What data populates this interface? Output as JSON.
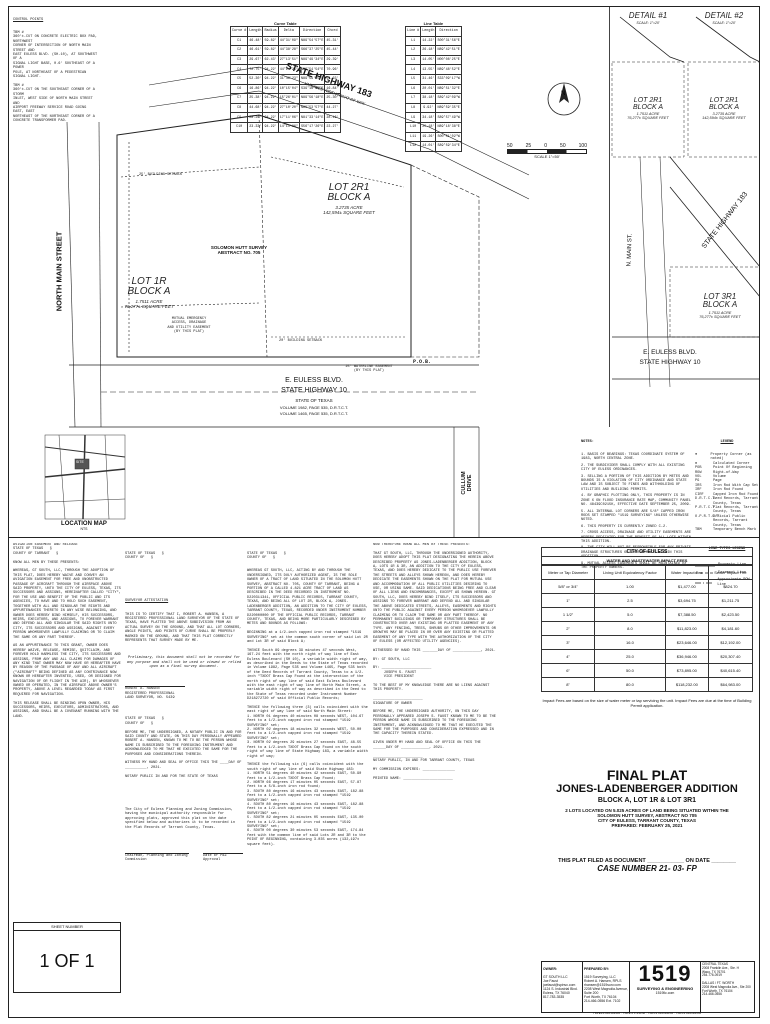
{
  "notes_top": {
    "heading": "CONTROL POINTS",
    "text": "TBM #\n360'±-CUT ON CONCRETE ELECTRIC BOX PAD, NORTHWEST\nCORNER OF INTERSECTION OF NORTH MAIN STREET AND\nEAST EULESS BLVD. (SH-10), AT SOUTHWEST OF A\nSIGNAL LIGHT BASE, 0.6' SOUTHEAST OF A POWER\nPOLE, AT NORTHEAST OF A PEDESTRIAN SIGNAL LIGHT.\n\nTBM #\n360'±-CUT ON THE SOUTHEAST CORNER OF A STORM\nINLET, WEST SIDE OF NORTH MAIN STREET AND\nAIRPORT FREEWAY SERVICE ROAD GOING EAST, EAST\nNORTHEAST OF THE NORTHEAST CORNER OF A\nCONCRETE TRANSFORMER PAD."
  },
  "curve_table": {
    "title": "Curve Table",
    "headers": [
      "Curve #",
      "Length",
      "Radius",
      "Delta",
      "Direction",
      "Chord"
    ],
    "rows": [
      [
        "C1",
        "46.48'",
        "59.82'",
        "44°31'09\"",
        "N89°54'57\"E",
        "45.31'"
      ],
      [
        "C2",
        "46.61'",
        "59.82'",
        "44°38'28\"",
        "S66°37'25\"E",
        "45.44'"
      ],
      [
        "C3",
        "29.67'",
        "62.43'",
        "27°13'51\"",
        "N89°49'34\"E",
        "29.39'"
      ],
      [
        "C4",
        "72.75'",
        "94.22'",
        "44°14'25\"",
        "N89°54'54\"E",
        "70.96'"
      ],
      [
        "C5",
        "52.30'",
        "94.22'",
        "31°48'23\"",
        "N89°59'35\"E",
        "51.63'"
      ],
      [
        "C6",
        "16.86'",
        "94.22'",
        "10°15'04\"",
        "S39°16'51\"E",
        "16.84'"
      ],
      [
        "C7",
        "25.38'",
        "94.22'",
        "15°26'01\"",
        "N89°56'18\"E",
        "25.30'"
      ],
      [
        "C8",
        "44.68'",
        "94.22'",
        "27°10'20\"",
        "N89°53'57\"E",
        "44.27'"
      ],
      [
        "C9",
        "28.26'",
        "94.22'",
        "17°11'06\"",
        "N81°33'14\"E",
        "28.16'"
      ],
      [
        "C10",
        "23.33'",
        "94.22'",
        "14°11'06\"",
        "S56°17'26\"E",
        "23.27'"
      ]
    ]
  },
  "line_table": {
    "title": "Line Table",
    "headers": [
      "Line #",
      "Length",
      "Direction"
    ],
    "rows": [
      [
        "L1",
        "14.22'",
        "S00°31'56\"E"
      ],
      [
        "L2",
        "26.18'",
        "N89°42'51\"E"
      ],
      [
        "L3",
        "14.05'",
        "N00°08'25\"E"
      ],
      [
        "L4",
        "13.55'",
        "N89°48'52\"E"
      ],
      [
        "L5",
        "31.46'",
        "S33°09'17\"W"
      ],
      [
        "L6",
        "20.01'",
        "N89°51'32\"E"
      ],
      [
        "L7",
        "38.18'",
        "S89°42'09\"W"
      ],
      [
        "L8",
        "9.92'",
        "N89°59'35\"E"
      ],
      [
        "L9",
        "34.18'",
        "S89°57'49\"W"
      ],
      [
        "L10",
        "25.18'",
        "N89°18'38\"E"
      ],
      [
        "L11",
        "19.26'",
        "S00°51'02\"W"
      ],
      [
        "L12",
        "14.01'",
        "S89°59'34\"E"
      ]
    ]
  },
  "scale_bar": {
    "ticks": [
      "50",
      "25",
      "0",
      "50",
      "100"
    ],
    "unit": "SCALE 1\"=50'"
  },
  "detail1": {
    "title": "DETAIL #1",
    "scale": "SCALE: 1\"=20'",
    "lot": "LOT 2R1\nBLOCK A",
    "area": "1.7511 ACRE\n76,277± SQUARE FEET"
  },
  "detail2": {
    "title": "DETAIL #2",
    "scale": "SCALE: 1\"=20'",
    "lot": "LOT 2R1\nBLOCK A",
    "area": "3.2735 ACRE\n142,594± SQUARE FEET"
  },
  "plat": {
    "highway": "STATE HIGHWAY 183",
    "highway_sub": "VARIABLE WIDTH RIGHT-OF-WAY",
    "main_street": "NORTH MAIN STREET",
    "euless_blvd": "E. EULESS BLVD.",
    "state_hwy10": "STATE HIGHWAY 10",
    "state_of_texas": "STATE OF TEXAS",
    "vol1": "VOLUME 1982, PAGE 535, D.R.T.C.T.",
    "vol2": "VOLUME 1465, PAGE 535, D.R.T.C.T.",
    "lot1r_title": "LOT 1R\nBLOCK A",
    "lot1r_area": "1.7511 ACRE\n76,277± SQUARE FEET",
    "lot2r1_title": "LOT 2R1\nBLOCK A",
    "lot2r1_area": "3.2735 ACRE\n142,594± SQUARE FEET",
    "survey": "SOLOMON HUTT SURVEY\nABSTRACT NO. 705",
    "cullum": "CULLUM\nDRIVE",
    "pob": "P.O.B.",
    "lot3r1_right": "LOT 3R1\nBLOCK A",
    "lot3r1_area": "1.7511 ACRE\n76,277± SQUARE FEET",
    "right_highway": "STATE HIGHWAY 183",
    "right_main": "N. MAIN ST.",
    "right_euless": "E. EULESS BLVD.",
    "right_hwy10": "STATE HIGHWAY 10",
    "setback1": "25' BUILDING SETBACK",
    "setback2": "20' BUILDING SETBACK",
    "easement1": "MUTUAL EMERGENCY\nACCESS, DRAINAGE\nAND UTILITY EASEMENT\n(BY THIS PLAT)",
    "easement2": "15' WATERLINE EASEMENT\n(BY THIS PLAT)"
  },
  "location_map": {
    "title": "LOCATION MAP",
    "sub": "NTS",
    "site": "SITE"
  },
  "legend": {
    "heading": "LEGEND",
    "items": [
      [
        "●",
        "Property Corner (as noted)"
      ],
      [
        "⊗",
        "Calculated Corner"
      ],
      [
        "POB",
        "Point Of Beginning"
      ],
      [
        "ROW",
        "Right-of-Way"
      ],
      [
        "VOL",
        "Volume"
      ],
      [
        "PG",
        "Page"
      ],
      [
        "IRS",
        "Iron Rod With Cap Set"
      ],
      [
        "IRF",
        "Iron Rod Found"
      ],
      [
        "CIRF",
        "Capped Iron Rod Found"
      ],
      [
        "D.R.T.C.T.",
        "Deed Records, Tarrant County, Texas"
      ],
      [
        "P.R.T.C.T.",
        "Plat Records, Tarrant County, Texas"
      ],
      [
        "O.P.R.T.C.T.",
        "Official Public Records, Tarrant County, Texas"
      ],
      [
        "TBM",
        "Temporary Bench Mark"
      ]
    ]
  },
  "notes": {
    "heading": "NOTES:",
    "items": [
      "1. BASIS OF BEARINGS: TEXAS COORDINATE SYSTEM OF 1983, NORTH CENTRAL ZONE.",
      "2. THE SUBDIVIDER SHALL COMPLY WITH ALL EXISTING CITY OF EULESS ORDINANCES.",
      "3. SELLING A PORTION OF THIS ADDITION BY METES AND BOUNDS IS A VIOLATION OF CITY ORDINANCE AND STATE LAW AND IS SUBJECT TO FINES AND WITHHOLDING OF UTILITIES AND BUILDING PERMITS.",
      "4. BY GRAPHIC PLOTTING ONLY, THIS PROPERTY IS IN ZONE X ON FLOOD INSURANCE RATE MAP, COMMUNITY PANEL NO. 48439C0215K, EFFECTIVE DATE SEPTEMBER 25, 2009.",
      "5. ALL INTERNAL LOT CORNERS ARE 5/8\" CAPPED IRON RODS SET STAMPED \"1519 SURVEYING\" UNLESS OTHERWISE NOTED.",
      "6. THIS PROPERTY IS CURRENTLY ZONED C-2.",
      "7. CROSS ACCESS, DRAINAGE AND UTILITY EASEMENTS ARE HEREBY DEDICATED FOR THE BENEFIT OF ALL LOTS WITHIN THIS ADDITION.",
      "8. THE CITY WILL NOT BE RESPONSIBLE FOR ANY PRIVATE DRAINAGE STRUCTURES OR IMPROVEMENTS WITHIN THIS ADDITION.",
      "9. MUTUAL ACCESS EASEMENTS SHALL BE MAINTAINED BY THE PROPERTY OWNERS."
    ]
  },
  "line_types": {
    "heading": "LINE TYPES LEGEND",
    "items": [
      "Property Line",
      "Easement Line",
      "Approximate ROW Line"
    ]
  },
  "dedication_left": {
    "text": "AVIGATION EASEMENT AND RELEASE\nSTATE OF TEXAS   §\nCOUNTY OF TARRANT   §\n\nKNOW ALL MEN BY THESE PRESENTS:\n\nWHEREAS, GT SOUTH, LLC, THROUGH THE ADOPTION OF THIS PLAT, DOES HEREBY WAIVE AND CONVEY AN AVIGATION EASEMENT FOR FREE AND UNOBSTRUCTED PASSAGE OF AIRCRAFT THROUGH THE AIRSPACE ABOVE SAID PROPERTY, UNTO THE CITY OF EULESS, TEXAS, ITS SUCCESSORS AND ASSIGNS, HEREINAFTER CALLED \"CITY\", FOR THE USE AND BENEFIT OF THE PUBLIC AND ITS AGENCIES, TO HAVE AND TO HOLD SUCH EASEMENT, TOGETHER WITH ALL AND SINGULAR THE RIGHTS AND APPURTENANCES THERETO IN ANY WISE BELONGING, AND OWNER DOES HEREBY BIND HIMSELF, HIS SUCCESSORS, HEIRS, EXECUTORS, AND ASSIGNS, TO FOREVER WARRANT AND DEFEND ALL AND SINGULAR THE SAID RIGHTS UNTO CITY, ITS SUCCESSORS AND ASSIGNS, AGAINST EVERY PERSON WHOMSOEVER LAWFULLY CLAIMING OR TO CLAIM THE SAME OR ANY PART THEREOF.\n\nAS AN APPURTENANCE TO THIS GRANT, OWNER DOES HEREBY WAIVE, RELEASE, REMISE, QUITCLAIM, AND FOREVER HOLD HARMLESS THE CITY, ITS SUCCESSORS AND ASSIGNS, FROM ANY AND ALL CLAIMS FOR DAMAGES OF ANY KIND THAT OWNER MAY NOW HAVE OR HEREAFTER HAVE BY REASON OF THE PASSAGE OF ANY AND ALL AIRCRAFT (\"AIRCRAFT\" BEING DEFINED AS ANY CONTRIVANCE NOW KNOWN OR HEREAFTER INVENTED, USED, OR DESIGNED FOR NAVIGATION OF OR FLIGHT IN THE AIR), BY WHOSOEVER OWNED OR OPERATED, IN THE AIRSPACE ABOVE OWNER'S PROPERTY, ABOVE A LEVEL REGARDED TODAY AS FIRST REQUIRED FOR NAVIGATION.\n\nTHIS RELEASE SHALL BE BINDING UPON OWNER, HIS SUCCESSORS, HEIRS, EXECUTORS, ADMINISTRATORS, AND ASSIGNS, AND SHALL BE A COVENANT RUNNING WITH THE LAND.",
    "sheet_label": "SHEET NUMBER",
    "sheet_value": "1 OF 1"
  },
  "surveyor": {
    "state": "STATE OF TEXAS   §\nCOUNTY OF   §",
    "heading": "SURVEYOR ATTESTATION",
    "text": "THIS IS TO CERTIFY THAT I, ROBERT A. HANSEN, A REGISTERED PROFESSIONAL LAND SURVEYOR OF THE STATE OF TEXAS, HAVE PLATTED THE ABOVE SUBDIVISION FROM AN ACTUAL SURVEY ON THE GROUND, AND THAT ALL LOT CORNERS, ANGLE POINTS, AND POINTS OF CURVE SHALL BE PROPERLY MARKED ON THE GROUND, AND THAT THIS PLAT CORRECTLY REPRESENTS THAT SURVEY MADE BY ME.",
    "prelim": "Preliminary, this document shall not be recorded for any purpose and shall not be used or viewed or relied upon as a final survey document.",
    "sig": "ROBERT A. HANSEN\nREGISTERED PROFESSIONAL\nLAND SURVEYOR, NO. 5439",
    "notary": "STATE OF TEXAS   §\nCOUNTY OF   §\n\nBEFORE ME, THE UNDERSIGNED, A NOTARY PUBLIC IN AND FOR SAID COUNTY AND STATE, ON THIS DAY PERSONALLY APPEARED ROBERT A. HANSEN, KNOWN TO ME TO BE THE PERSON WHOSE NAME IS SUBSCRIBED TO THE FOREGOING INSTRUMENT AND ACKNOWLEDGED TO ME THAT HE EXECUTED THE SAME FOR THE PURPOSES AND CONSIDERATIONS THEREIN.\n\nWITNESS MY HAND AND SEAL OF OFFICE THIS THE ____DAY OF __________, 2021.\n\nNOTARY PUBLIC IN AND FOR THE STATE OF TEXAS",
    "city_text": "The City of Euless Planning and Zoning Commission, having the municipal authority responsible for approving plats, approved this plat on the date specified below and authorizes it to be recorded in the Plat Records of Tarrant County, Texas.",
    "chair": "Chairman, Planning and Zoning Commission",
    "date": "Date of P&Z Approval"
  },
  "description": {
    "state": "STATE OF TEXAS   §\nCOUNTY OF   §",
    "text": "WHEREAS GT SOUTH, LLC, ACTING BY AND THROUGH THE UNDERSIGNED, ITS DULY AUTHORIZED AGENT, IS THE SOLE OWNER OF A TRACT OF LAND SITUATED IN THE SOLOMON HUTT SURVEY, ABSTRACT NO. 705, COUNTY OF TARRANT, BEING A PORTION OF A CALLED 4.821 ACRE TRACT OF LAND AS DESCRIBED IN THE DEED RECORDED IN INSTRUMENT NO. D220311341, OFFICIAL PUBLIC RECORDS, TARRANT COUNTY, TEXAS, AND BEING ALL OF LOT 2R, BLOCK A, JONES-LADENBERGER ADDITION, AN ADDITION TO THE CITY OF EULESS, TARRANT COUNTY, TEXAS, RECORDED UNDER INSTRUMENT NUMBER D220000000 OF THE OFFICIAL PUBLIC RECORDS, TARRANT COUNTY, TEXAS, AND BEING MORE PARTICULARLY DESCRIBED BY METES AND BOUNDS AS FOLLOWS:\n\nBEGINNING at a 1/2-inch capped iron rod stamped \"1519 SURVEYING\" set at the common south corner of said Lot 2R and Lot 3R of said Block A;\n\nTHENCE South 89 degrees 39 minutes 47 seconds West, 167.24 feet with the north right of way line of East Euless Boulevard (SH 10), a variable width right of way, as described in the Deeds to the State of Texas recorded in Volume 1982, Page 535 and Volume 1465, Page 535 both of the Deed Records of Tarrant County, Texas to a 1/2-inch \"TXDOT Brass Cap Found at the intersection of the north right of way line of said East Euless Boulevard with the east right of way line of North Main Street, a variable width right of way as described in the Deed to the State of Texas recorded under Instrument Number D218272720 of said Official Public Records;\n\nTHENCE the following three (3) calls coincident with the east right of way line of said North Main Street:\n1. NORTH 01 degrees 40 minutes 08 seconds WEST, 104.67 feet to a 1/2-inch capped iron rod stamped \"1519 SURVEYING\" set;\n2. NORTH 02 degrees 18 minutes 32 seconds WEST, 50.00 feet to a 1/2-inch capped iron rod stamped \"1519 SURVEYING\" set;\n3. NORTH 02 degrees 29 minutes 27 seconds EAST, 48.55 feet to a 1/2-inch TXDOT Brass Cap Found on the south right of way line of State Highway 183, a variable width right of way;\n\nTHENCE the following six (6) calls coincident with the south right of way line of said State Highway 183:\n1. NORTH 51 degrees 40 minutes 42 seconds EAST, 50.90 feet to a 1/2-inch TXDOT Brass Cap Found;\n2. NORTH 66 degrees 17 minutes 05 seconds EAST, 57.87 feet to a 5/8-inch iron rod found;\n3. SOUTH 80 degrees 16 minutes 43 seconds EAST, 182.88 feet to a 1/2-inch capped iron rod stamped \"1519 SURVEYING\" set;\n4. SOUTH 80 degrees 16 minutes 43 seconds EAST, 182.88 feet to a 1/2-inch capped iron rod stamped \"1519 SURVEYING\" set;\n5. SOUTH 82 degrees 21 minutes 05 seconds EAST, 135.00 feet to a 1/2-inch capped iron rod stamped \"1519 SURVEYING\" set;\n6. SOUTH 00 degrees 30 minutes 53 seconds EAST, 174.84 feet with the common line of said Lots 2R and 3R to the POINT OF BEGINNING, containing 3.035 acres (132,197± square feet)."
  },
  "owner_dedication": {
    "text": "NOW THEREFORE KNOW ALL MEN BY THESE PRESENTS:\n\nTHAT GT SOUTH, LLC, THROUGH THE UNDERSIGNED AUTHORITY, DOES HEREBY ADOPT THIS PLAT DESIGNATING THE HEREIN ABOVE DESCRIBED PROPERTY AS JONES-LADENBERGER ADDITION, BLOCK A, LOTS 1R & 3R, AN ADDITION TO THE CITY OF EULESS, TEXAS, AND DOES HEREBY DEDICATE TO THE PUBLIC USE FOREVER THE STREETS AND ALLEYS SHOWN HEREON, AND DOES HEREBY DEDICATE THE EASEMENTS SHOWN ON THE PLAT FOR MUTUAL USE AND ACCOMMODATION OF ALL PUBLIC UTILITIES DESIRING TO USE, OR USING SAME. SAID DEDICATIONS BEING FREE AND CLEAR OF ALL LIENS AND ENCUMBRANCES, EXCEPT AS SHOWN HEREON. GT SOUTH, LLC, DOES HEREBY BIND ITSELF, ITS SUCCESSORS AND ASSIGNS TO FOREVER WARRANT AND DEFEND ALL AND SINGULAR THE ABOVE DEDICATED STREETS, ALLEYS, EASEMENTS AND RIGHTS UNTO THE PUBLIC AGAINST EVERY PERSON WHOMSOEVER LAWFULLY CLAIMING OR TO CLAIM THE SAME OR ANY PART THEREOF. NO PERMANENT BUILDINGS OR TEMPORARY STRUCTURES SHALL BE CONSTRUCTED OVER ANY EXISTING OR PLATTED EASEMENT OF ANY TYPE. ANY FENCING, TREES, SHRUBS OR OTHER IMPROVEMENTS OR GROWTHS MAY BE PLACED IN OR OVER ANY EXISTING OR PLATTED EASEMENT OF ANY TYPE WITH THE AUTHORIZATION OF THE CITY OF EULESS (OR AFFECTED UTILITY AGENCIES).\n\nWITNESSED BY HAND THIS _______DAY OF _____________, 2021.\n\nBY: GT SOUTH, LLC\n\nBY: _______________________\n     JOSEPH S. FAUST\n     VICE PRESIDENT\n\nTO THE BEST OF MY KNOWLEDGE THERE ARE NO LIENS AGAINST THIS PROPERTY.\n\n_______________________\nSIGNATURE OF OWNER\n\nBEFORE ME, THE UNDERSIGNED AUTHORITY, ON THIS DAY PERSONALLY APPEARED JOSEPH S. FAUST KNOWN TO ME TO BE THE PERSON WHOSE NAME IS SUBSCRIBED TO THE FOREGOING INSTRUMENT, AND ACKNOWLEDGED TO ME THAT HE EXECUTED THE SAME FOR THE PURPOSES AND CONSIDERATION EXPRESSED AND IN THE CAPACITY THEREIN STATED.\n\nGIVEN UNDER MY HAND AND SEAL OF OFFICE ON THIS THE ______DAY OF _____________, 2021.\n\n_______________________\nNOTARY PUBLIC, IN AND FOR TARRANT COUNTY, TEXAS\n\nMY COMMISSION EXPIRES: _______________\n\nPRINTED NAME: _______________________"
  },
  "water_table": {
    "title": "CITY OF EULESS",
    "subtitle": "WATER AND WASTEWATER IMPACT FEES",
    "headers": [
      "Meter or Tap Diameter",
      "Living Unit Equivalency Factor",
      "Water Impact Fee",
      "Sewer Impact Fee"
    ],
    "rows": [
      [
        "5/8\" or 3/4\"",
        "1.00",
        "$1,477.00",
        "$824.70"
      ],
      [
        "1\"",
        "2.5",
        "$3,694.75",
        "$1,211.75"
      ],
      [
        "1 1/2\"",
        "5.0",
        "$7,388.50",
        "$2,423.50"
      ],
      [
        "2\"",
        "8.0",
        "$11,823.00",
        "$4,181.60"
      ],
      [
        "3\"",
        "16.0",
        "$23,646.00",
        "$12,192.00"
      ],
      [
        "4\"",
        "25.0",
        "$36,946.00",
        "$20,307.40"
      ],
      [
        "6\"",
        "50.0",
        "$73,895.00",
        "$40,615.40"
      ],
      [
        "8\"",
        "80.0",
        "$118,232.00",
        "$64,983.00"
      ]
    ],
    "note": "Impact Fees are based on the size of water meter or tap servicing the unit. Impact Fees are due at the time of Building Permit application."
  },
  "title_block": {
    "final": "FINAL PLAT",
    "addition": "JONES-LADENBERGER ADDITION",
    "lots": "BLOCK A, LOT 1R & LOT 3R1",
    "desc": "2 LOTS LOCATED ON 5.025 ACRES OF LAND BEING SITUATED WITHIN THE",
    "survey": "SOLOMON HUTT SURVEY, ABSTRACT NO 705",
    "city": "CITY OF EULESS, TARRANT COUNTY, TEXAS",
    "prepared": "PREPARED: FEBRUARY 25, 2021",
    "filed": "THIS PLAT FILED AS DOCUMENT ____________ ON DATE ________",
    "case": "CASE NUMBER 21- 03- FP"
  },
  "owner_block": {
    "owner_label": "OWNER:",
    "owner": "GT SOUTH LLC\nJoe Faust\njoefaust@spinvc.com\n1124 S. Industrial Blvd.\nEuless, TX 76040\n817-783-3535",
    "prepared_label": "PREPARED BY:",
    "prepared": "1519 Surveying, LLC\nRobert A. Hansen, RPLS\nrhansen@1519surv.com\n2208 West Magnolia Avenue, Suite 200\nFort Worth, TX 76104\n214-466-0556 Ext. 7102",
    "logo": "1519",
    "logo_sub": "SURVEYING & ENGINEERING",
    "logo_url": "1519llc.com",
    "offices": "CENTRAL TEXAS\n2008 Franklin Ave., Ste. H\nWaco, TX 76701\n254-776-0919\n\nDALLAS / FT. WORTH\n2208 West Magnolia Ave., Ste 200\nFort Worth, TX 76104\n214-466-0556",
    "firm": "TBPELS #10193905 · TBPE # F-21258 · TBPLS #10194265 · TBPLS #10194556",
    "drawn": "DRAWN BY: RAH"
  }
}
